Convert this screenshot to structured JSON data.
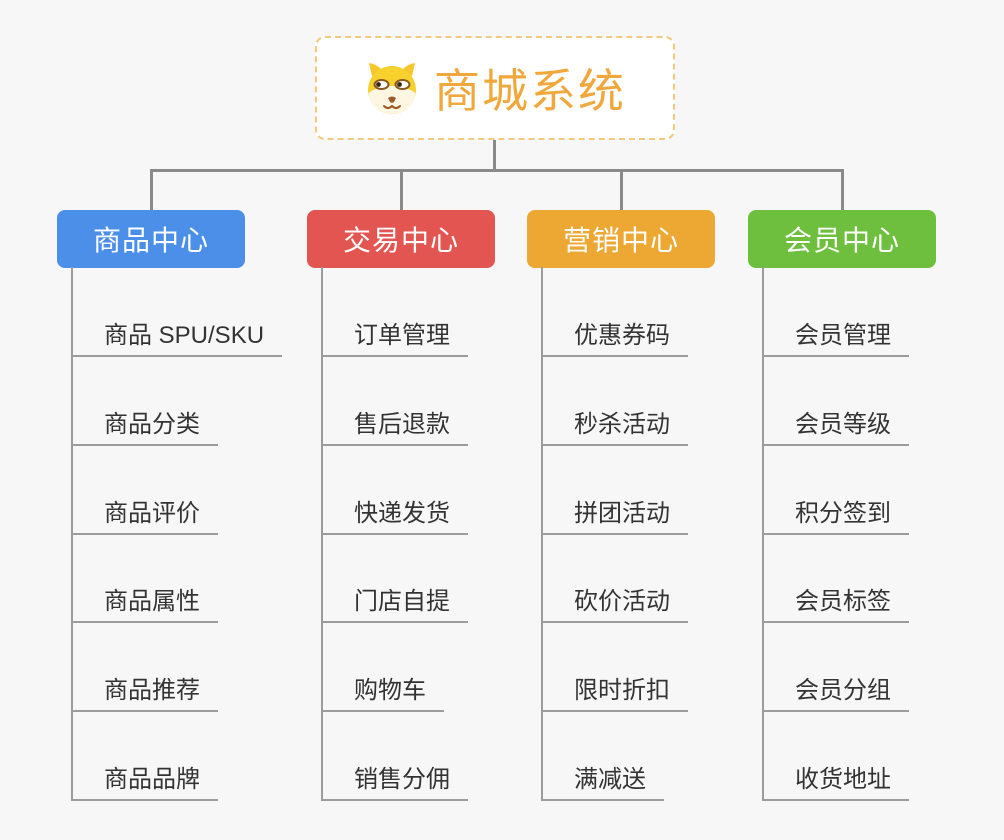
{
  "root": {
    "title": "商城系统",
    "icon": "dog-face-icon",
    "accent_color": "#F0A83C",
    "border_color": "#F4C97E"
  },
  "connector_color": "#8A8A8A",
  "branches": [
    {
      "label": "商品中心",
      "color": "#4B8FE8",
      "children": [
        "商品 SPU/SKU",
        "商品分类",
        "商品评价",
        "商品属性",
        "商品推荐",
        "商品品牌"
      ]
    },
    {
      "label": "交易中心",
      "color": "#E25550",
      "children": [
        "订单管理",
        "售后退款",
        "快递发货",
        "门店自提",
        "购物车",
        "销售分佣"
      ]
    },
    {
      "label": "营销中心",
      "color": "#EDA733",
      "children": [
        "优惠券码",
        "秒杀活动",
        "拼团活动",
        "砍价活动",
        "限时折扣",
        "满减送"
      ]
    },
    {
      "label": "会员中心",
      "color": "#6FBF3F",
      "children": [
        "会员管理",
        "会员等级",
        "积分签到",
        "会员标签",
        "会员分组",
        "收货地址"
      ]
    }
  ]
}
